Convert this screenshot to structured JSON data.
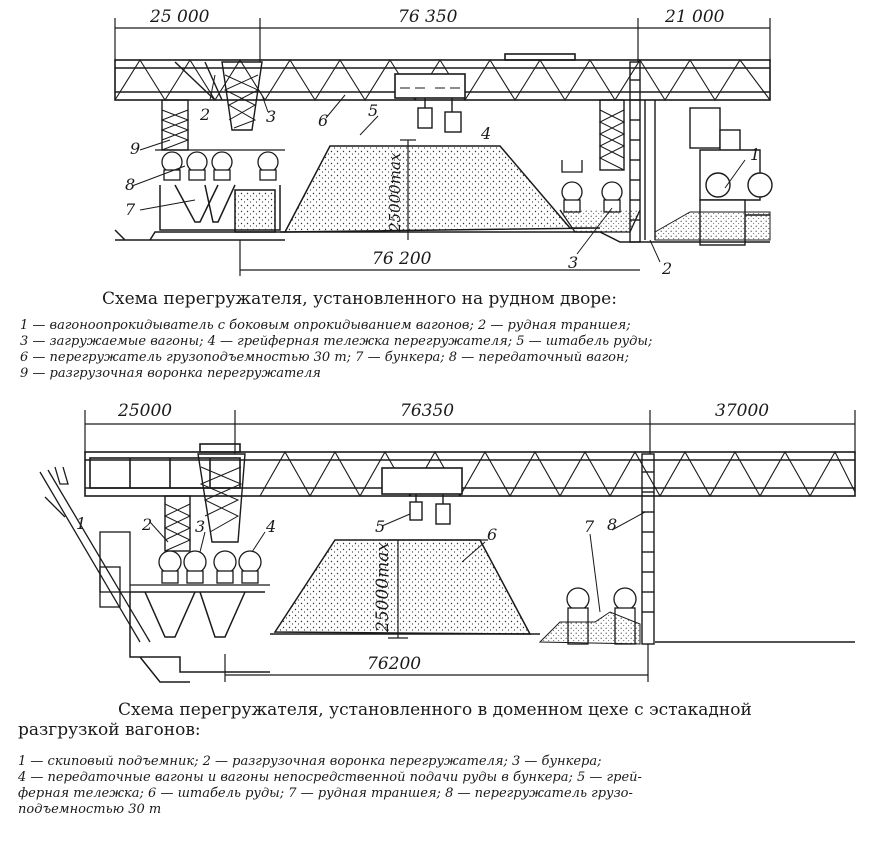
{
  "figure1": {
    "dims_top": [
      "25 000",
      "76 350",
      "21 000"
    ],
    "dim_bottom": "76 200",
    "dim_height": "25000max",
    "callouts": [
      "1",
      "2",
      "3",
      "4",
      "5",
      "6",
      "7",
      "8",
      "9",
      "3",
      "2"
    ],
    "caption": "Схема перегружателя, установленного на рудном дворе:",
    "legend": [
      "1 — вагоноопрокидыватель с боковым опрокидыванием вагонов; 2 — рудная траншея;",
      "3 — загружаемые вагоны; 4 — грейферная тележка перегружателя; 5 — штабель руды;",
      "6 — перегружатель грузоподъемностью 30 т; 7 — бункера; 8 — передаточный вагон;",
      "9 — разгрузочная воронка перегружателя"
    ]
  },
  "figure2": {
    "dims_top": [
      "25000",
      "76350",
      "37000"
    ],
    "dim_bottom": "76200",
    "dim_height": "25000max",
    "callouts": [
      "1",
      "2",
      "3",
      "4",
      "5",
      "6",
      "7",
      "8"
    ],
    "caption_line1": "Схема перегружателя, установленного в доменном цехе с эстакадной",
    "caption_line2": "разгрузкой вагонов:",
    "legend": [
      "1 — скиповый подъемник; 2 — разгрузочная воронка перегружателя; 3 — бункера;",
      "4 — передаточные вагоны и вагоны непосредственной подачи руды в бункера; 5 — грей-",
      "ферная тележка; 6 — штабель руды; 7 — рудная траншея; 8 — перегружатель грузо-",
      "подъемностью 30 т"
    ]
  }
}
